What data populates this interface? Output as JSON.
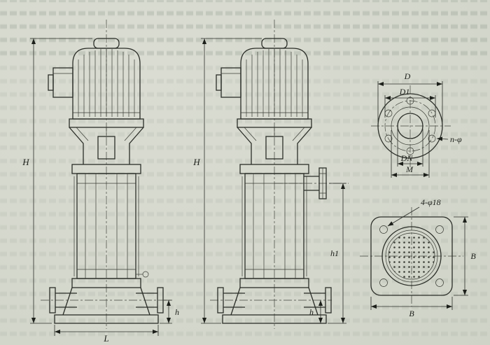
{
  "colors": {
    "paper": "#d6d9cf",
    "ink": "#2b2e28"
  },
  "labels": {
    "left_pump": {
      "H": "H",
      "L": "L",
      "h": "h"
    },
    "center_pump": {
      "H": "H",
      "h1": "h1",
      "h": "h"
    },
    "flange_view": {
      "D": "D",
      "D1": "D1",
      "DN": "DN",
      "M": "M",
      "n_phi": "n-φ"
    },
    "base_view": {
      "holes": "4-φ18",
      "B_bottom": "B",
      "B_right": "B"
    }
  }
}
